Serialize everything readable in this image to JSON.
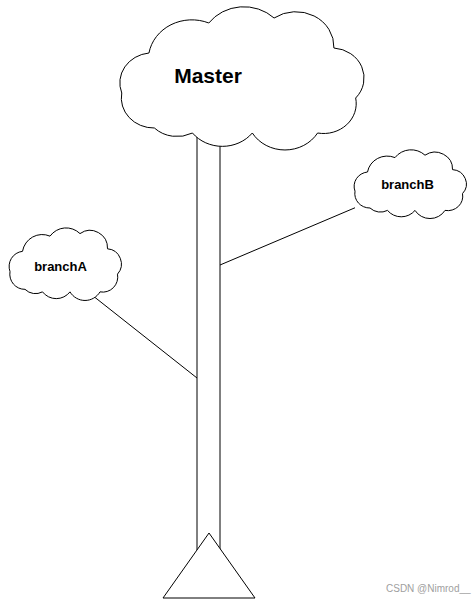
{
  "diagram": {
    "nodes": [
      {
        "text": [
          "Master"
        ]
      },
      {
        "text": [
          "branchB"
        ]
      },
      {
        "text": [
          "branchA"
        ]
      }
    ],
    "edges": [
      {
        "from": 0,
        "to": 1,
        "arrow": "none"
      },
      {
        "from": 0,
        "to": 2,
        "arrow": "none"
      }
    ],
    "labels": [
      "CSDN @Nimrod__"
    ]
  }
}
